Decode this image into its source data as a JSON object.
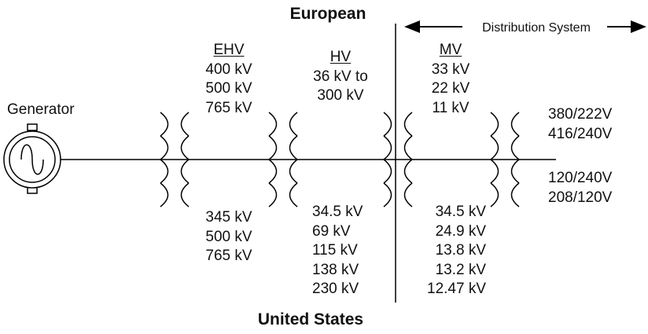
{
  "regions": {
    "top": "European",
    "bottom": "United States"
  },
  "distribution_system": "Distribution System",
  "generator_label": "Generator",
  "european": {
    "ehv": {
      "heading": "EHV",
      "levels": [
        "400 kV",
        "500 kV",
        "765 kV"
      ]
    },
    "hv": {
      "heading": "HV",
      "levels": [
        "36 kV to",
        "300 kV"
      ]
    },
    "mv": {
      "heading": "MV",
      "levels": [
        "33 kV",
        "22 kV",
        "11 kV"
      ]
    },
    "lv": [
      "380/222V",
      "416/240V"
    ]
  },
  "us": {
    "ehv": [
      "345 kV",
      "500 kV",
      "765 kV"
    ],
    "hv": [
      "34.5 kV",
      "69 kV",
      "115 kV",
      "138 kV",
      "230 kV"
    ],
    "mv": [
      "34.5 kV",
      "24.9 kV",
      "13.8 kV",
      "13.2 kV",
      "12.47 kV"
    ],
    "lv": [
      "120/240V",
      "208/120V"
    ]
  }
}
